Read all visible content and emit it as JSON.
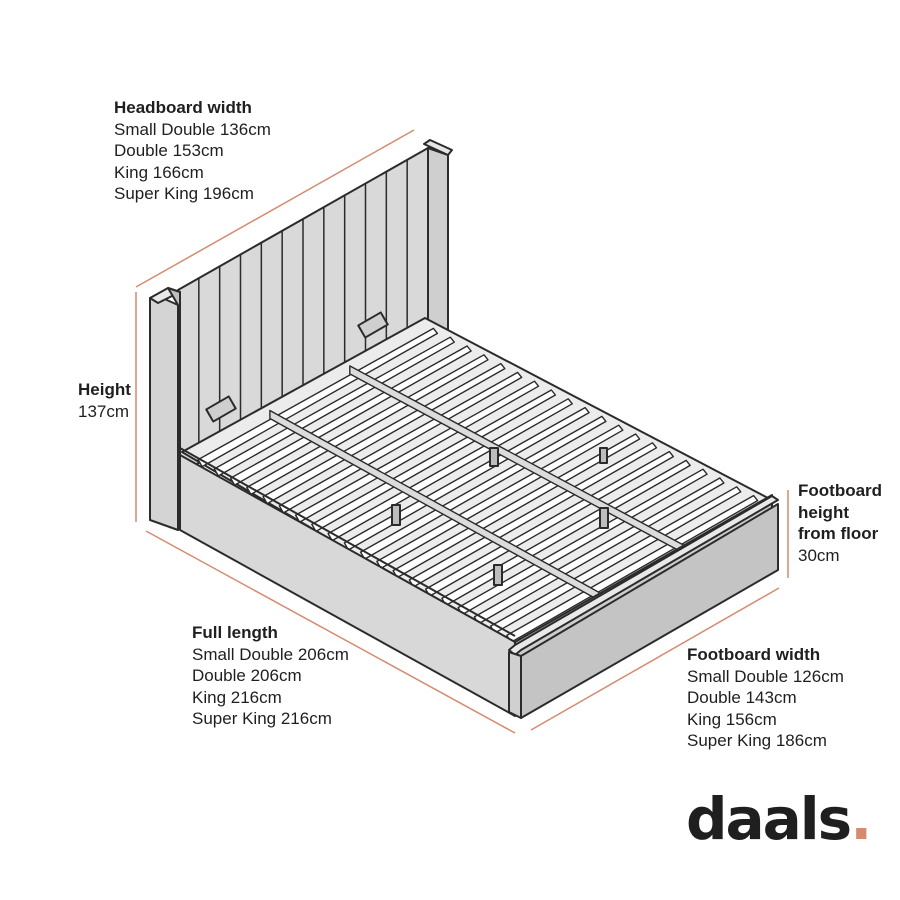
{
  "dimensions": {
    "headboard_width": {
      "heading": "Headboard width",
      "values": [
        "Small Double 136cm",
        "Double 153cm",
        "King 166cm",
        "Super King 196cm"
      ]
    },
    "height": {
      "heading": "Height",
      "values": [
        "137cm"
      ]
    },
    "footboard_height": {
      "heading_lines": [
        "Footboard",
        "height",
        "from floor"
      ],
      "values": [
        "30cm"
      ]
    },
    "full_length": {
      "heading": "Full length",
      "values": [
        "Small Double 206cm",
        "Double 206cm",
        "King 216cm",
        "Super King 216cm"
      ]
    },
    "footboard_width": {
      "heading": "Footboard width",
      "values": [
        "Small Double 126cm",
        "Double 143cm",
        "King 156cm",
        "Super King 186cm"
      ]
    }
  },
  "brand": {
    "name": "daals",
    "dot": ".",
    "accent_color": "#d58b6e"
  },
  "colors": {
    "outline": "#2b2b2b",
    "frame_fill": "#dcdcdc",
    "dimension_line": "#d58b6e"
  }
}
